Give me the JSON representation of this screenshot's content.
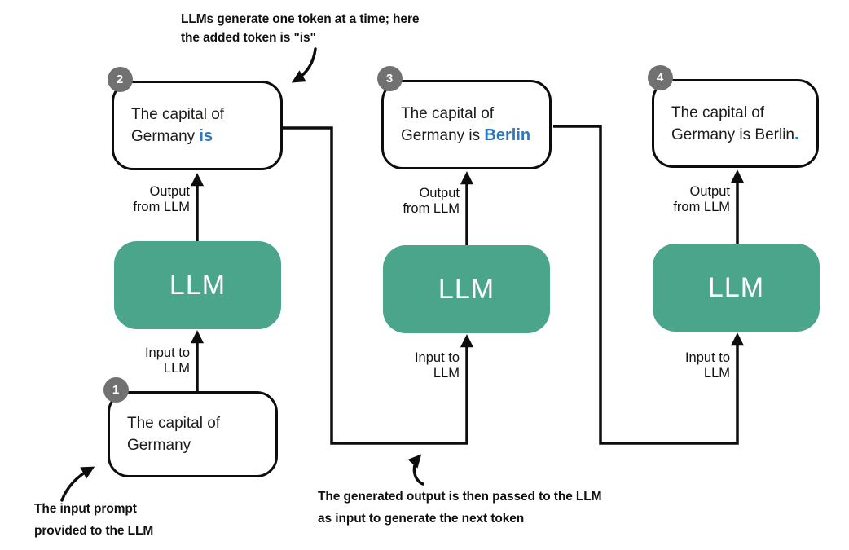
{
  "llm_label": "LLM",
  "labels": {
    "output_line1": "Output",
    "output_line2": "from LLM",
    "input_line1": "Input to",
    "input_line2": "LLM"
  },
  "steps": [
    {
      "badge": "1",
      "line1": "The capital of",
      "line2_plain": "Germany",
      "line2_highlight": ""
    },
    {
      "badge": "2",
      "line1": "The capital of",
      "line2_plain": "Germany ",
      "line2_highlight": "is"
    },
    {
      "badge": "3",
      "line1": "The capital of",
      "line2_plain": "Germany is ",
      "line2_highlight": "Berlin"
    },
    {
      "badge": "4",
      "line1": "The capital of",
      "line2_plain": "Germany is Berlin",
      "line2_highlight": "."
    }
  ],
  "annotations": {
    "top_line1": "LLMs generate one token at a time; here",
    "top_line2": "the added token is \"is\"",
    "bottom_left_line1": "The input prompt",
    "bottom_left_line2": "provided to the LLM",
    "bottom_mid_line1": "The generated output is then passed to the LLM",
    "bottom_mid_line2": "as input to generate the next token"
  },
  "colors": {
    "llm_box_green": "#4ba58b",
    "token_highlight_blue": "#2e77c1",
    "badge_gray": "#717171",
    "line_black": "#0d0d0d"
  }
}
